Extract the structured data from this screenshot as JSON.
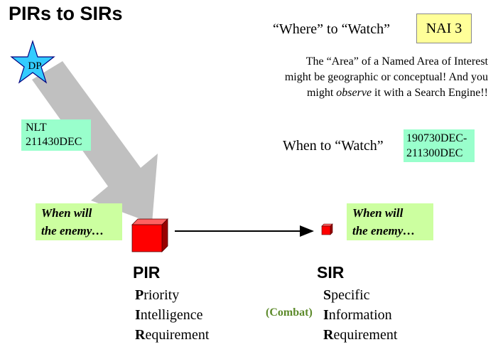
{
  "title": "PIRs to SIRs",
  "where_to_watch": "“Where” to “Watch”",
  "nai": "NAI 3",
  "area_note": {
    "line1": "The “Area” of a Named Area of Interest",
    "line2": "might be geographic or conceptual!  And you",
    "line3_prefix": "might ",
    "line3_em": "observe",
    "line3_suffix": " it with a Search Engine!!"
  },
  "when_to_watch": "When to “Watch”",
  "time_window": {
    "line1": "190730DEC-",
    "line2": "211300DEC"
  },
  "dp_label": "DP",
  "nlt": {
    "line1": "NLT",
    "line2": "211430DEC"
  },
  "enemy_question": {
    "line1": "When will",
    "line2": "the enemy…"
  },
  "pir": {
    "acronym": "PIR",
    "words": [
      {
        "initial": "P",
        "rest": "riority"
      },
      {
        "initial": "I",
        "rest": "ntelligence"
      },
      {
        "initial": "R",
        "rest": "equirement"
      }
    ]
  },
  "sir": {
    "acronym": "SIR",
    "qualifier": "(Combat)",
    "words": [
      {
        "initial": "S",
        "rest": "pecific"
      },
      {
        "initial": "I",
        "rest": "nformation"
      },
      {
        "initial": "R",
        "rest": "equirement"
      }
    ]
  },
  "colors": {
    "star_fill": "#33ccff",
    "nai_box": "#ffff99",
    "mint_box": "#99ffcc",
    "enemy_box": "#ccffa0",
    "cube_red": "#ff0000",
    "combat_text": "#5c8a2a"
  }
}
